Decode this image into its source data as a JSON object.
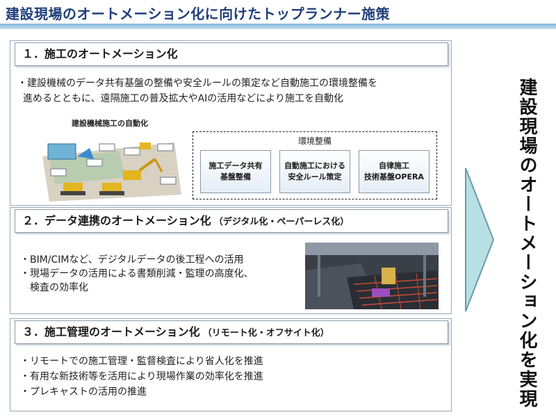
{
  "title": "建設現場のオートメーション化に向けたトップランナー施策",
  "section1": {
    "heading": "１．施工のオートメーション化",
    "bullet_l1": "・建設機械のデータ共有基盤の整備や安全ルールの策定など自動施工の環境整備を",
    "bullet_l2": "進めるとともに、遠隔施工の普及拡大やAIの活用などにより施工を自動化",
    "image_title": "建設機械施工の自動化",
    "env_title": "環境整備",
    "env_items": [
      {
        "l1": "施工データ共有",
        "l2": "基盤整備"
      },
      {
        "l1": "自動施工における",
        "l2": "安全ルール策定"
      },
      {
        "l1": "自律施工",
        "l2": "技術基盤OPERA"
      }
    ]
  },
  "section2": {
    "heading": "２．データ連携のオートメーション化",
    "sub": "（デジタル化・ペーパーレス化）",
    "bullets": [
      "・BIM/CIMなど、デジタルデータの後工程への活用",
      "・現場データの活用による書類削減・監理の高度化、",
      "　検査の効率化"
    ]
  },
  "section3": {
    "heading": "３．施工管理のオートメーション化",
    "sub": "（リモート化・オフサイト化）",
    "bullets": [
      "・リモートでの施工管理・監督検査により省人化を推進",
      "・有用な新技術等を活用により現場作業の効率化を推進",
      "・プレキャストの活用の推進"
    ]
  },
  "side_text": "建設現場のオートメーション化を実現",
  "colors": {
    "title": "#1f3f7a",
    "arrow_fill": "#b7e0e4",
    "arrow_stroke": "#6a9ab0"
  }
}
